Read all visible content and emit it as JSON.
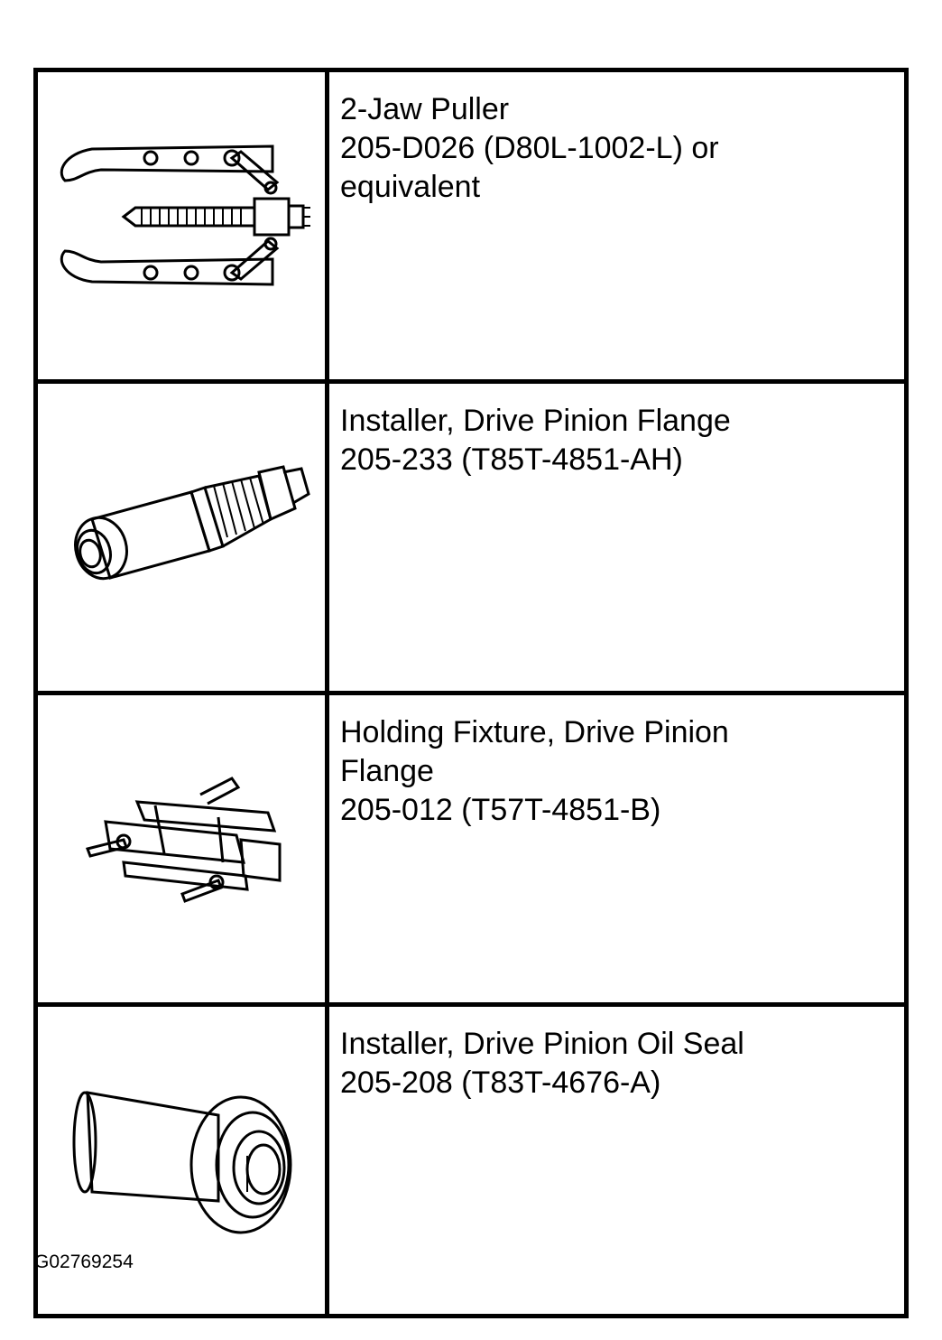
{
  "tools": [
    {
      "icon": "two-jaw-puller-icon",
      "lines": [
        "2-Jaw Puller",
        "205-D026 (D80L-1002-L) or",
        "equivalent"
      ]
    },
    {
      "icon": "pinion-flange-installer-icon",
      "lines": [
        "Installer, Drive Pinion Flange",
        "205-233 (T85T-4851-AH)"
      ]
    },
    {
      "icon": "holding-fixture-icon",
      "lines": [
        "Holding Fixture, Drive Pinion",
        "Flange",
        "205-012 (T57T-4851-B)"
      ]
    },
    {
      "icon": "oil-seal-installer-icon",
      "lines": [
        "Installer, Drive Pinion Oil Seal",
        "205-208 (T83T-4676-A)"
      ]
    }
  ],
  "caption": "G02769254"
}
